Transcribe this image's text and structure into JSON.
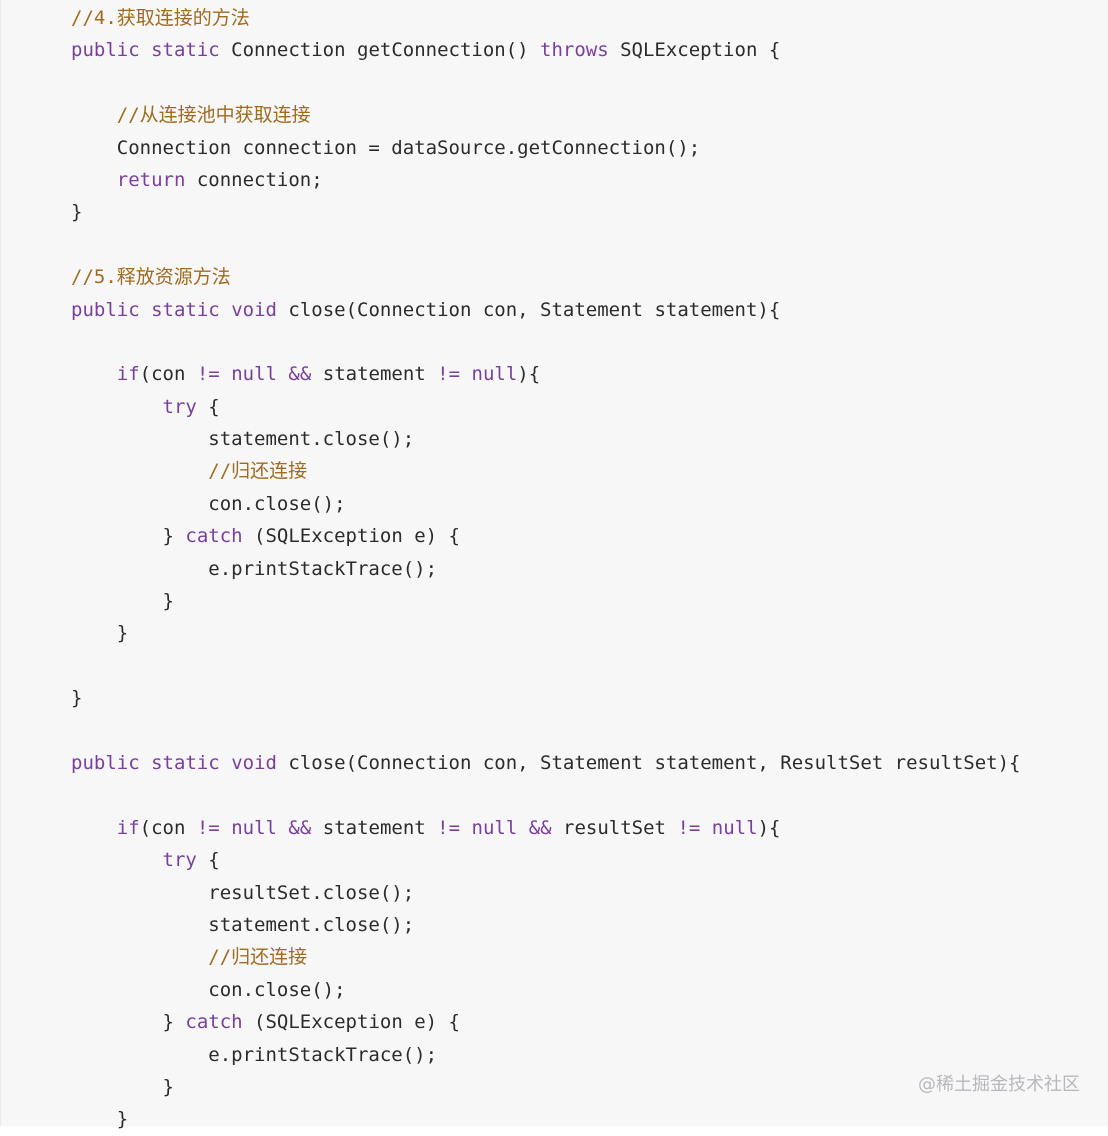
{
  "theme": {
    "background": "#f7f7f8",
    "text": "#2b2b2b",
    "keyword": "#7a3e9d",
    "comment": "#a16b1f"
  },
  "code": {
    "lines": [
      {
        "indent": "",
        "tokens": [
          {
            "t": "//4.获取连接的方法",
            "k": "comment"
          }
        ]
      },
      {
        "indent": "",
        "tokens": [
          {
            "t": "public",
            "k": "keyword"
          },
          {
            "t": " ",
            "k": "plain"
          },
          {
            "t": "static",
            "k": "keyword"
          },
          {
            "t": " Connection getConnection() ",
            "k": "plain"
          },
          {
            "t": "throws",
            "k": "keyword"
          },
          {
            "t": " SQLException {",
            "k": "plain"
          }
        ]
      },
      {
        "indent": "",
        "tokens": []
      },
      {
        "indent": "    ",
        "tokens": [
          {
            "t": "//从连接池中获取连接",
            "k": "comment"
          }
        ]
      },
      {
        "indent": "    ",
        "tokens": [
          {
            "t": "Connection connection = dataSource.getConnection();",
            "k": "plain"
          }
        ]
      },
      {
        "indent": "    ",
        "tokens": [
          {
            "t": "return",
            "k": "keyword"
          },
          {
            "t": " connection;",
            "k": "plain"
          }
        ]
      },
      {
        "indent": "",
        "tokens": [
          {
            "t": "}",
            "k": "plain"
          }
        ]
      },
      {
        "indent": "",
        "tokens": []
      },
      {
        "indent": "",
        "tokens": [
          {
            "t": "//5.释放资源方法",
            "k": "comment"
          }
        ]
      },
      {
        "indent": "",
        "tokens": [
          {
            "t": "public",
            "k": "keyword"
          },
          {
            "t": " ",
            "k": "plain"
          },
          {
            "t": "static",
            "k": "keyword"
          },
          {
            "t": " ",
            "k": "plain"
          },
          {
            "t": "void",
            "k": "keyword"
          },
          {
            "t": " close(Connection con, Statement statement){",
            "k": "plain"
          }
        ]
      },
      {
        "indent": "",
        "tokens": []
      },
      {
        "indent": "    ",
        "tokens": [
          {
            "t": "if",
            "k": "keyword"
          },
          {
            "t": "(con ",
            "k": "plain"
          },
          {
            "t": "!=",
            "k": "keyword"
          },
          {
            "t": " ",
            "k": "plain"
          },
          {
            "t": "null",
            "k": "keyword"
          },
          {
            "t": " ",
            "k": "plain"
          },
          {
            "t": "&&",
            "k": "keyword"
          },
          {
            "t": " statement ",
            "k": "plain"
          },
          {
            "t": "!=",
            "k": "keyword"
          },
          {
            "t": " ",
            "k": "plain"
          },
          {
            "t": "null",
            "k": "keyword"
          },
          {
            "t": "){",
            "k": "plain"
          }
        ]
      },
      {
        "indent": "        ",
        "tokens": [
          {
            "t": "try",
            "k": "keyword"
          },
          {
            "t": " {",
            "k": "plain"
          }
        ]
      },
      {
        "indent": "            ",
        "tokens": [
          {
            "t": "statement.close();",
            "k": "plain"
          }
        ]
      },
      {
        "indent": "            ",
        "tokens": [
          {
            "t": "//归还连接",
            "k": "comment"
          }
        ]
      },
      {
        "indent": "            ",
        "tokens": [
          {
            "t": "con.close();",
            "k": "plain"
          }
        ]
      },
      {
        "indent": "        ",
        "tokens": [
          {
            "t": "} ",
            "k": "plain"
          },
          {
            "t": "catch",
            "k": "keyword"
          },
          {
            "t": " (SQLException e) {",
            "k": "plain"
          }
        ]
      },
      {
        "indent": "            ",
        "tokens": [
          {
            "t": "e.printStackTrace();",
            "k": "plain"
          }
        ]
      },
      {
        "indent": "        ",
        "tokens": [
          {
            "t": "}",
            "k": "plain"
          }
        ]
      },
      {
        "indent": "    ",
        "tokens": [
          {
            "t": "}",
            "k": "plain"
          }
        ]
      },
      {
        "indent": "",
        "tokens": []
      },
      {
        "indent": "",
        "tokens": [
          {
            "t": "}",
            "k": "plain"
          }
        ]
      },
      {
        "indent": "",
        "tokens": []
      },
      {
        "indent": "",
        "tokens": [
          {
            "t": "public",
            "k": "keyword"
          },
          {
            "t": " ",
            "k": "plain"
          },
          {
            "t": "static",
            "k": "keyword"
          },
          {
            "t": " ",
            "k": "plain"
          },
          {
            "t": "void",
            "k": "keyword"
          },
          {
            "t": " close(Connection con, Statement statement, ResultSet resultSet){",
            "k": "plain"
          }
        ]
      },
      {
        "indent": "",
        "tokens": []
      },
      {
        "indent": "    ",
        "tokens": [
          {
            "t": "if",
            "k": "keyword"
          },
          {
            "t": "(con ",
            "k": "plain"
          },
          {
            "t": "!=",
            "k": "keyword"
          },
          {
            "t": " ",
            "k": "plain"
          },
          {
            "t": "null",
            "k": "keyword"
          },
          {
            "t": " ",
            "k": "plain"
          },
          {
            "t": "&&",
            "k": "keyword"
          },
          {
            "t": " statement ",
            "k": "plain"
          },
          {
            "t": "!=",
            "k": "keyword"
          },
          {
            "t": " ",
            "k": "plain"
          },
          {
            "t": "null",
            "k": "keyword"
          },
          {
            "t": " ",
            "k": "plain"
          },
          {
            "t": "&&",
            "k": "keyword"
          },
          {
            "t": " resultSet ",
            "k": "plain"
          },
          {
            "t": "!=",
            "k": "keyword"
          },
          {
            "t": " ",
            "k": "plain"
          },
          {
            "t": "null",
            "k": "keyword"
          },
          {
            "t": "){",
            "k": "plain"
          }
        ]
      },
      {
        "indent": "        ",
        "tokens": [
          {
            "t": "try",
            "k": "keyword"
          },
          {
            "t": " {",
            "k": "plain"
          }
        ]
      },
      {
        "indent": "            ",
        "tokens": [
          {
            "t": "resultSet.close();",
            "k": "plain"
          }
        ]
      },
      {
        "indent": "            ",
        "tokens": [
          {
            "t": "statement.close();",
            "k": "plain"
          }
        ]
      },
      {
        "indent": "            ",
        "tokens": [
          {
            "t": "//归还连接",
            "k": "comment"
          }
        ]
      },
      {
        "indent": "            ",
        "tokens": [
          {
            "t": "con.close();",
            "k": "plain"
          }
        ]
      },
      {
        "indent": "        ",
        "tokens": [
          {
            "t": "} ",
            "k": "plain"
          },
          {
            "t": "catch",
            "k": "keyword"
          },
          {
            "t": " (SQLException e) {",
            "k": "plain"
          }
        ]
      },
      {
        "indent": "            ",
        "tokens": [
          {
            "t": "e.printStackTrace();",
            "k": "plain"
          }
        ]
      },
      {
        "indent": "        ",
        "tokens": [
          {
            "t": "}",
            "k": "plain"
          }
        ]
      },
      {
        "indent": "    ",
        "tokens": [
          {
            "t": "}",
            "k": "plain"
          }
        ]
      }
    ]
  },
  "watermark": {
    "text": "@稀土掘金技术社区"
  }
}
